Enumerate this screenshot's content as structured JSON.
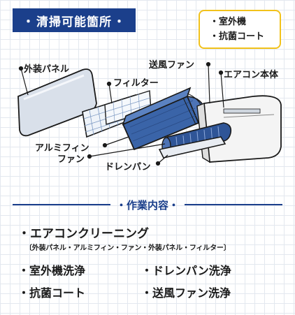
{
  "title": {
    "bullet_left": "・",
    "text": "清掃可能箇所",
    "bullet_right": "・"
  },
  "note": {
    "items": [
      "・室外機",
      "・抗菌コート"
    ]
  },
  "parts": {
    "outer_panel": "外装パネル",
    "filter": "フィルター",
    "fan_blower": "送風ファン",
    "ac_body": "エアコン本体",
    "aluminum_fin": "アルミフィン",
    "fan": "ファン",
    "drain_pan": "ドレンパン"
  },
  "work_header": "・作業内容・",
  "work": {
    "main": "・エアコンクリーニング",
    "main_sub": "〔外装パネル・アルミフィン・ファン・外装パネル・フィルター〕",
    "outdoor_unit": "・室外機洗浄",
    "drain_pan_wash": "・ドレンパン洗浄",
    "antibacterial": "・抗菌コート",
    "fan_wash": "・送風ファン洗浄"
  },
  "colors": {
    "navy": "#1b3f8b",
    "yellow_border": "#f2c21b",
    "part_blue": "#3a64a8",
    "panel_gray": "#d9e0ea"
  }
}
